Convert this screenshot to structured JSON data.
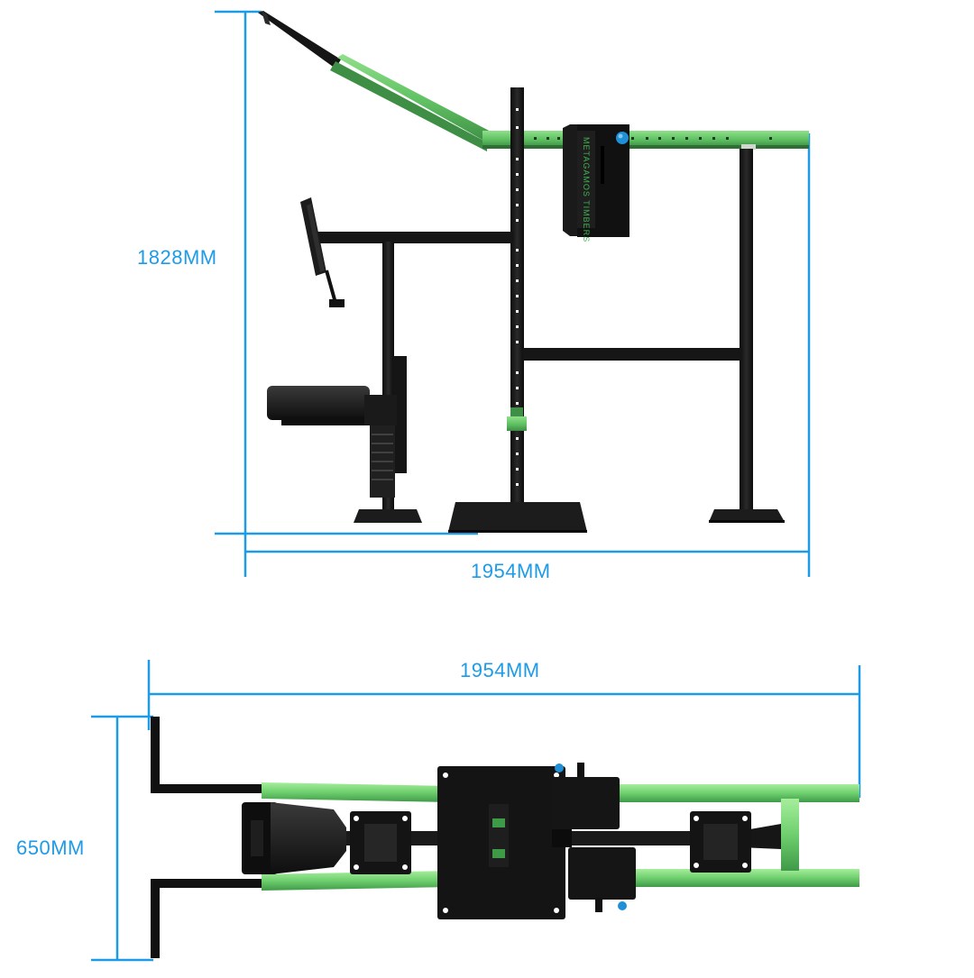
{
  "dimensions": {
    "side_height": "1828MM",
    "side_width": "1954MM",
    "top_width": "1954MM",
    "top_depth": "650MM"
  },
  "product": {
    "brand_label": "METAGAMOS TIMBERS"
  },
  "colors": {
    "dimension_line": "#1e9be6",
    "frame_black": "#141414",
    "accent_green": "#6bc46a",
    "accent_green_dark": "#3e8f45",
    "knob_blue": "#1f8fd6"
  }
}
